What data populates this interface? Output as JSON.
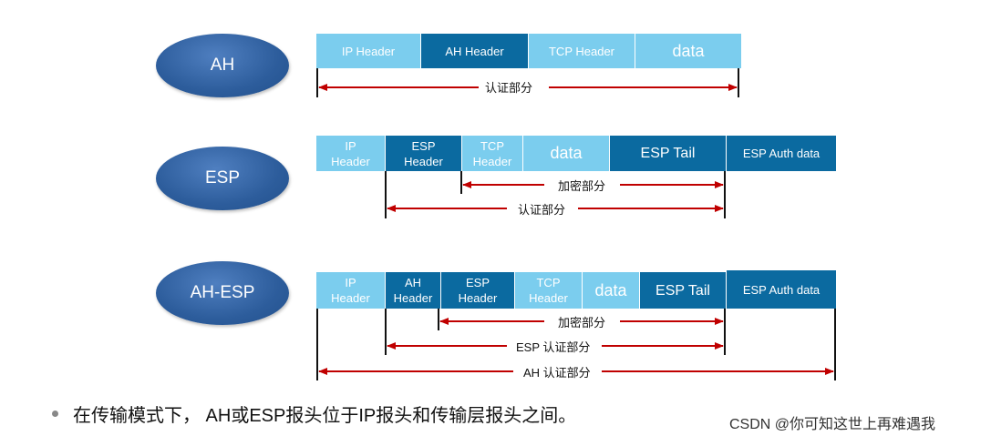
{
  "modes": [
    {
      "name": "AH",
      "cells": [
        "IP Header",
        "AH Header",
        "TCP Header",
        "data"
      ],
      "arrows": [
        "认证部分"
      ]
    },
    {
      "name": "ESP",
      "cells": [
        "IP\nHeader",
        "ESP\nHeader",
        "TCP\nHeader",
        "data",
        "ESP Tail",
        "ESP Auth data"
      ],
      "arrows": [
        "加密部分",
        "认证部分"
      ]
    },
    {
      "name": "AH-ESP",
      "cells": [
        "IP\nHeader",
        "AH\nHeader",
        "ESP\nHeader",
        "TCP\nHeader",
        "data",
        "ESP Tail",
        "ESP Auth data"
      ],
      "arrows": [
        "加密部分",
        "ESP 认证部分",
        "AH 认证部分"
      ]
    }
  ],
  "bullet": "在传输模式下， AH或ESP报头位于IP报头和传输层报头之间。",
  "watermark": "CSDN @你可知这世上再难遇我",
  "colors": {
    "light_cell": "#7bcdee",
    "dark_cell": "#0b6aa0",
    "arrow": "#c00000"
  }
}
